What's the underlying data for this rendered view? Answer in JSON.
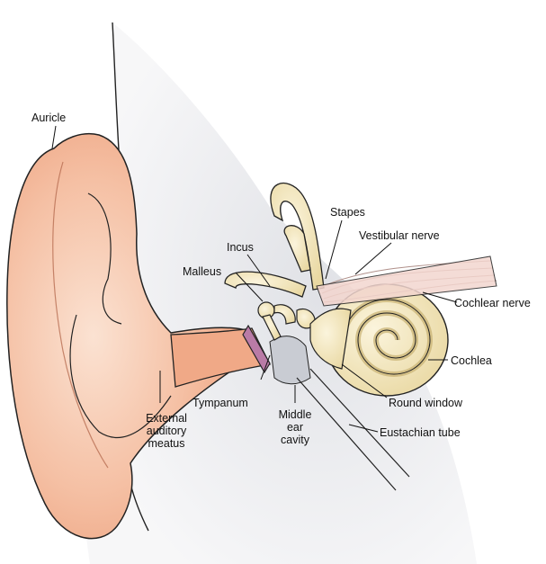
{
  "labels": {
    "auricle": "Auricle",
    "stapes": "Stapes",
    "vestibular_nerve": "Vestibular nerve",
    "incus": "Incus",
    "malleus": "Malleus",
    "cochlear_nerve": "Cochlear nerve",
    "cochlea": "Cochlea",
    "tympanum": "Tympanum",
    "round_window": "Round window",
    "middle_ear_cavity": [
      "Middle",
      "ear",
      "cavity"
    ],
    "eustachian_tube": "Eustachian tube",
    "external_auditory_meatus": [
      "External",
      "auditory",
      "meatus"
    ]
  },
  "colors": {
    "skin": "#f3b89a",
    "skin_dark": "#e69572",
    "bone": "#f6ecc4",
    "bone_shade": "#d9c78f",
    "tympanum": "#b97ba6",
    "head_shade": "#e3e4e8",
    "outline": "#222222"
  }
}
